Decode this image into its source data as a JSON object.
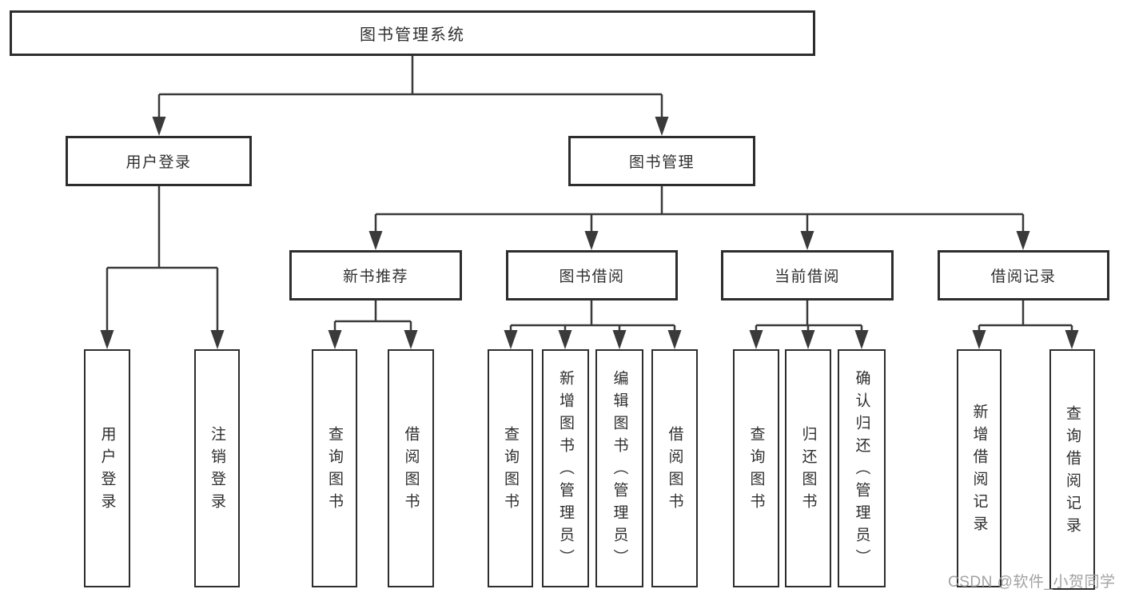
{
  "diagram": {
    "title": "图书管理系统",
    "level2": [
      "用户登录",
      "图书管理"
    ],
    "level3": [
      "新书推荐",
      "图书借阅",
      "当前借阅",
      "借阅记录"
    ],
    "leaves": {
      "user_login": [
        "用户登录",
        "注销登录"
      ],
      "new_book": [
        "查询图书",
        "借阅图书"
      ],
      "borrow": [
        "查询图书",
        "新增图书（管理员）",
        "编辑图书（管理员）",
        "借阅图书"
      ],
      "current": [
        "查询图书",
        "归还图书",
        "确认归还（管理员）"
      ],
      "records": [
        "新增借阅记录",
        "查询借阅记录"
      ]
    }
  },
  "watermark": {
    "text": "CSDN @软件_小贺同学"
  },
  "colors": {
    "background": "#ffffff",
    "box_border": "#2d2d2d",
    "line": "#3a3a3a",
    "text": "#2f2f2f",
    "watermark": "#a2a2a2"
  }
}
